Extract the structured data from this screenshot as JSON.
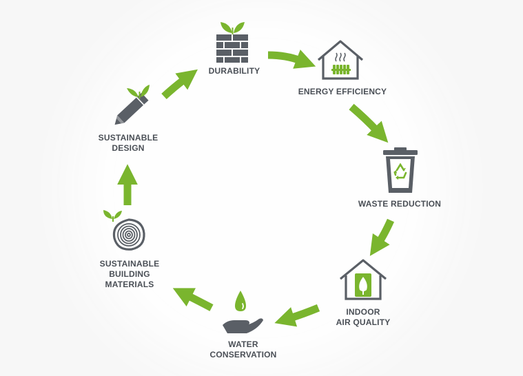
{
  "colors": {
    "arrow": "#7ab52e",
    "icon": "#5a5f66",
    "leaf": "#7ab52e",
    "text": "#4a4f56"
  },
  "stages": [
    {
      "key": "durability",
      "label": "DURABILITY",
      "icon": "brick-wall-with-sprout-icon"
    },
    {
      "key": "energy_efficiency",
      "label": "ENERGY EFFICIENCY",
      "icon": "house-with-radiator-icon"
    },
    {
      "key": "waste_reduction",
      "label": "WASTE REDUCTION",
      "icon": "recycle-bin-icon"
    },
    {
      "key": "indoor_air_quality",
      "label": "INDOOR\nAIR QUALITY",
      "icon": "house-with-leaf-icon"
    },
    {
      "key": "water_conservation",
      "label": "WATER\nCONSERVATION",
      "icon": "hand-with-water-drop-icon"
    },
    {
      "key": "sustainable_building_materials",
      "label": "SUSTAINABLE\nBUILDING\nMATERIALS",
      "icon": "tree-rings-icon"
    },
    {
      "key": "sustainable_design",
      "label": "SUSTAINABLE\nDESIGN",
      "icon": "pencil-with-sprout-icon"
    }
  ]
}
